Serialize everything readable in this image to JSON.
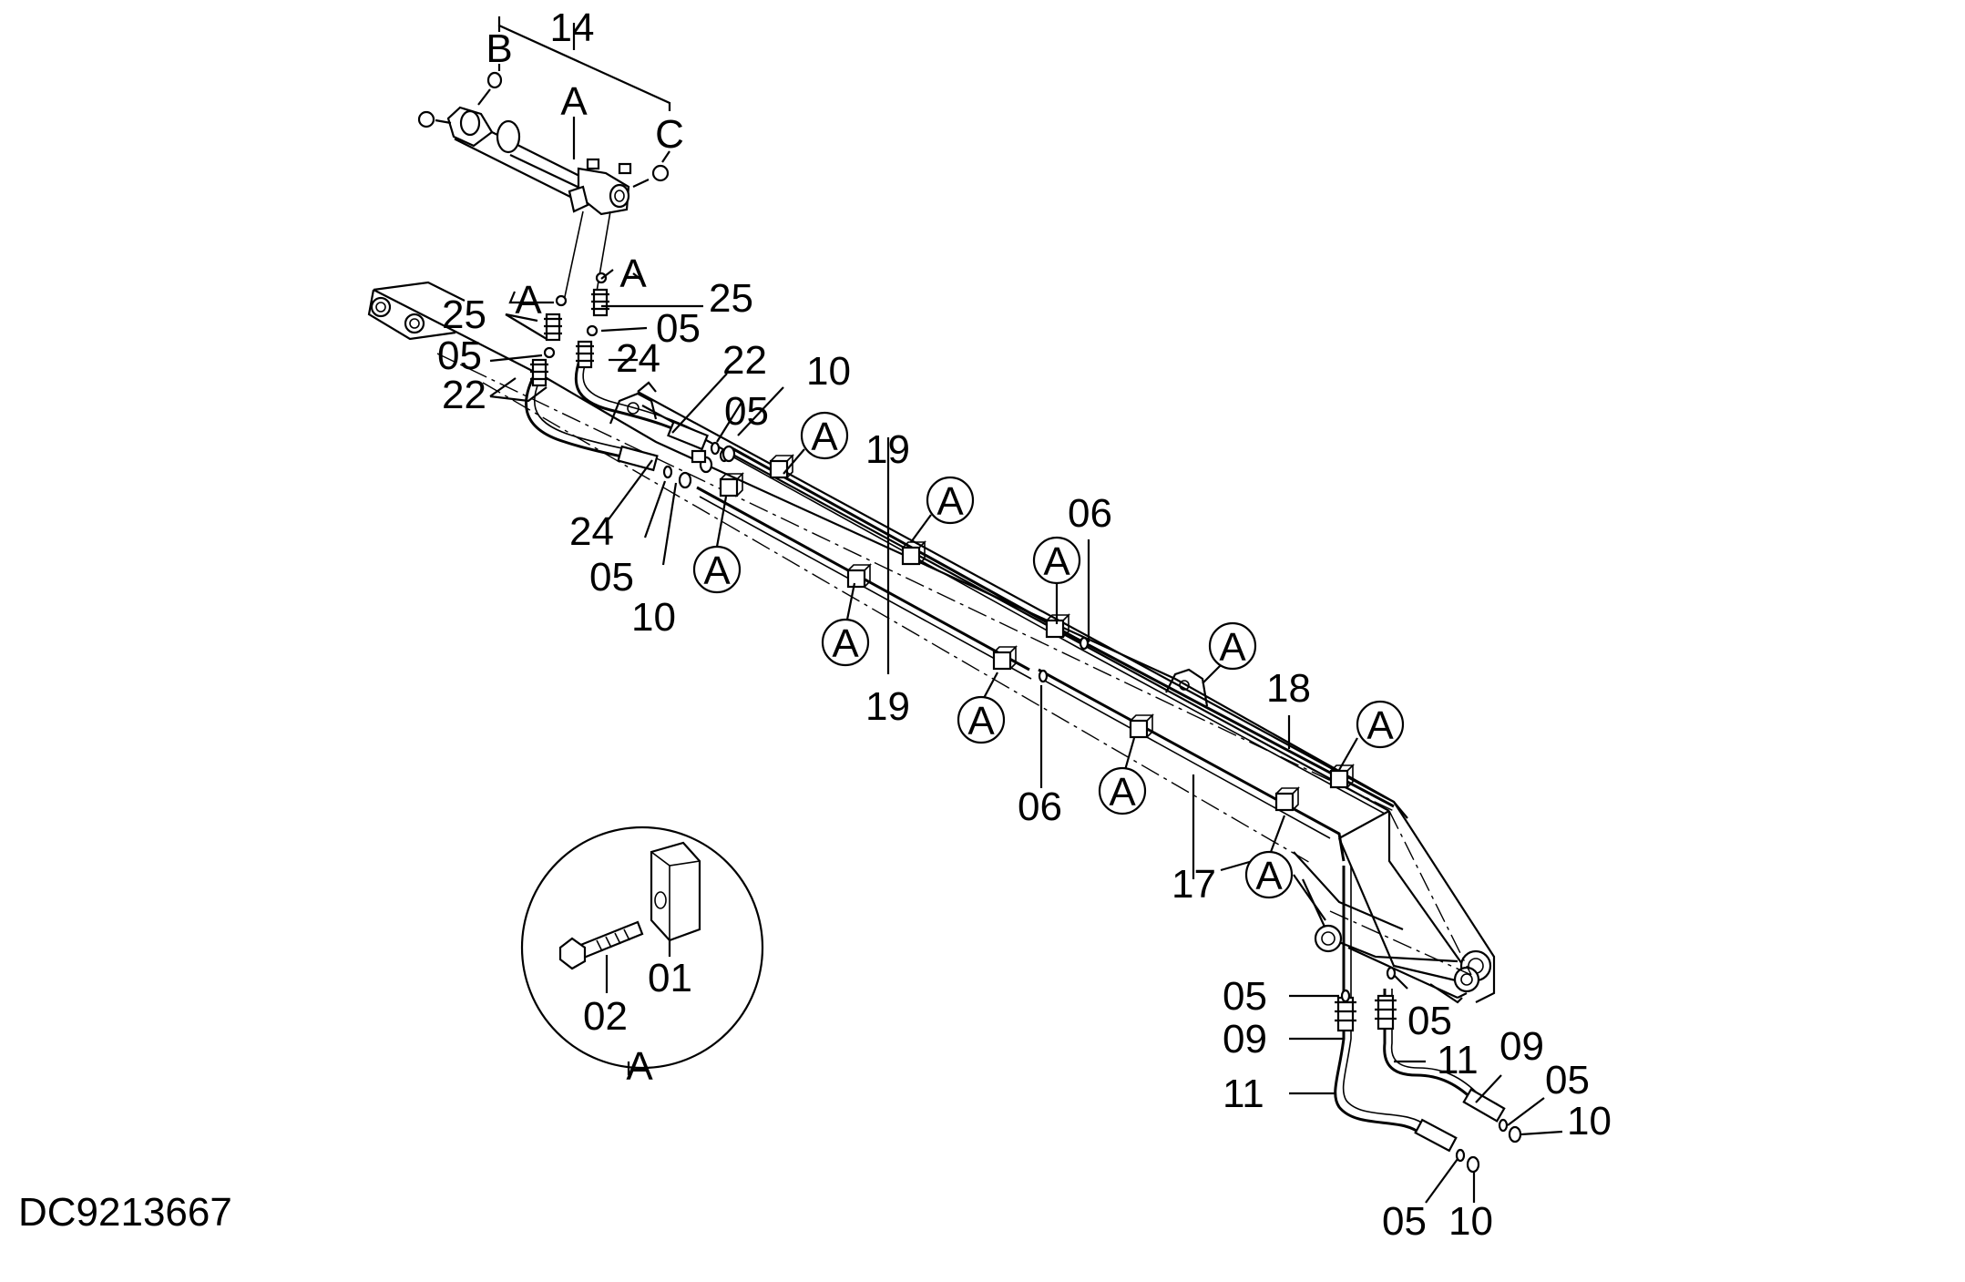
{
  "drawing_code": "DC9213667",
  "detail": {
    "label": "A",
    "parts": [
      "01",
      "02"
    ]
  },
  "callouts": {
    "assembly": "14",
    "sub_a": "A",
    "sub_b": "B",
    "sub_c": "C",
    "p01": "01",
    "p02": "02",
    "p05": "05",
    "p06": "06",
    "p09": "09",
    "p10": "10",
    "p11": "11",
    "p17": "17",
    "p18": "18",
    "p19": "19",
    "p22": "22",
    "p24": "24",
    "p25": "25",
    "ref_a": "A"
  }
}
